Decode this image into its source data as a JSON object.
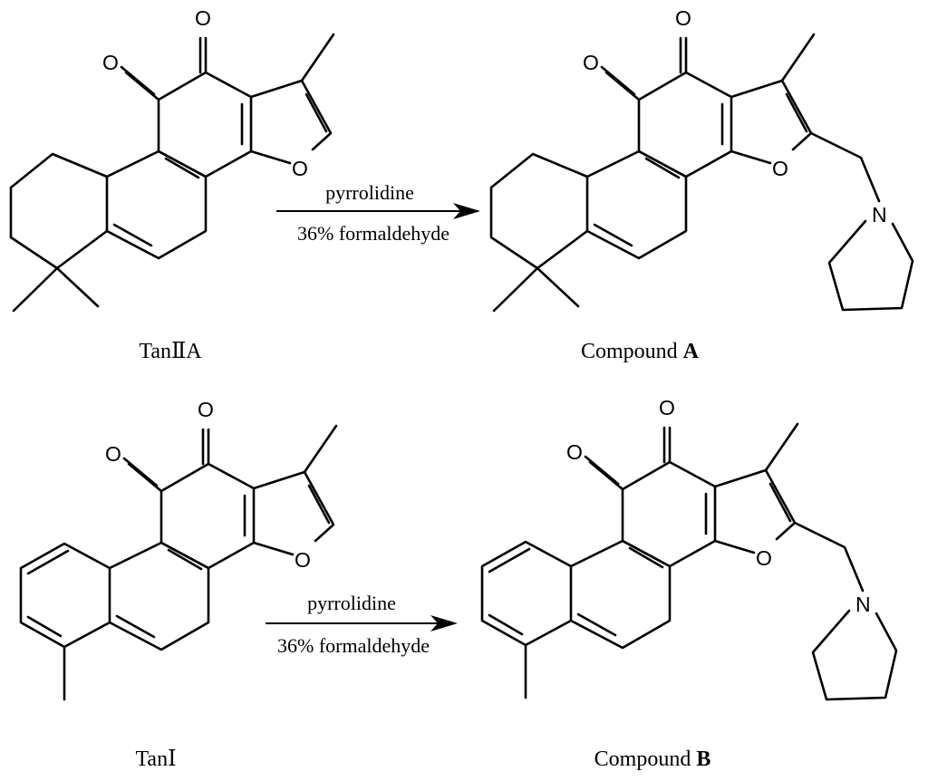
{
  "reactions": [
    {
      "reagent_top": "pyrrolidine",
      "reagent_bottom": "36% formaldehyde",
      "reactant_label": "TanⅡA",
      "product_label_prefix": "Compound ",
      "product_label_bold": "A"
    },
    {
      "reagent_top": "pyrrolidine",
      "reagent_bottom": "36% formaldehyde",
      "reactant_label": "TanⅠ",
      "product_label_prefix": "Compound ",
      "product_label_bold": "B"
    }
  ],
  "atoms": {
    "oxygen": "O",
    "nitrogen": "N"
  }
}
